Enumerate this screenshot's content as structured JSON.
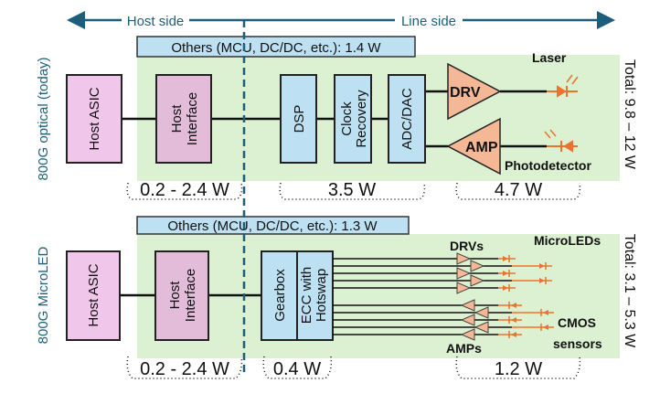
{
  "axis": {
    "host_side": "Host side",
    "line_side": "Line side"
  },
  "top": {
    "row_label": "800G optical (today)",
    "others": "Others (MCU, DC/DC, etc.): 1.4 W",
    "host_asic": "Host ASIC",
    "host_interface": [
      "Host",
      "Interface"
    ],
    "dsp": "DSP",
    "clock_recovery": [
      "Clock",
      "Recovery"
    ],
    "adc_dac": "ADC/DAC",
    "drv": "DRV",
    "amp": "AMP",
    "laser": "Laser",
    "photodetector": "Photodetector",
    "power": [
      "0.2 - 2.4 W",
      "3.5 W",
      "4.7 W"
    ],
    "total": "Total: 9.8 – 12 W"
  },
  "bottom": {
    "row_label": "800G MicroLED",
    "others": "Others (MCU, DC/DC, etc.): 1.3 W",
    "host_asic": "Host ASIC",
    "host_interface": [
      "Host",
      "Interface"
    ],
    "gearbox": "Gearbox",
    "ecc": [
      "ECC with",
      "Hotswap"
    ],
    "drvs": "DRVs",
    "amps": "AMPs",
    "microleds": "MicroLEDs",
    "cmos": [
      "CMOS",
      "sensors"
    ],
    "power": [
      "0.2 - 2.4 W",
      "0.4 W",
      "1.2 W"
    ],
    "total": "Total: 3.1 – 5.3 W"
  },
  "colors": {
    "green_panel": "#dcf0d2",
    "blue_block": "#bde1f2",
    "pink_asic": "#f0c6ea",
    "pink_interface": "#e2bcd8",
    "triangle": "#f5b896",
    "orange": "#e8742e",
    "teal": "#1d5f7a"
  }
}
